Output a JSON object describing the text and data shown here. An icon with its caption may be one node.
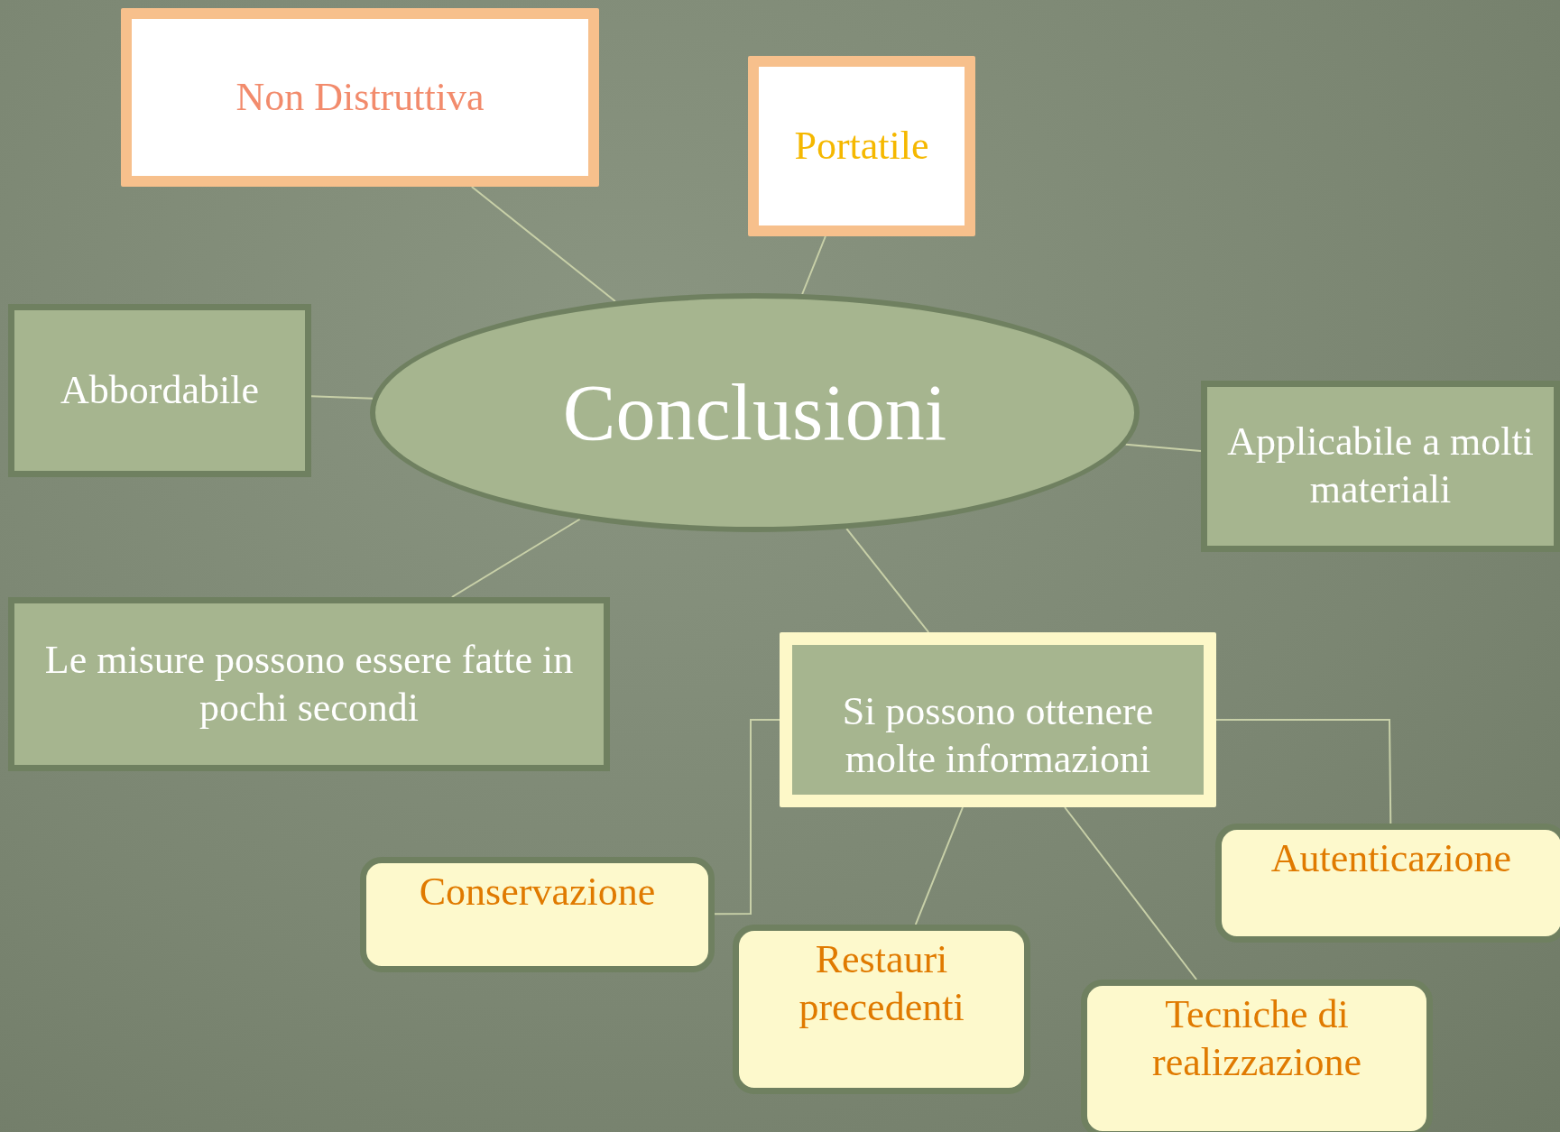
{
  "diagram": {
    "nodes": [
      {
        "text": [
          "Conclusioni"
        ]
      },
      {
        "text": [
          "Non Distruttiva"
        ]
      },
      {
        "text": [
          "Portatile"
        ]
      },
      {
        "text": [
          "Abbordabile"
        ]
      },
      {
        "text": [
          "Applicabile a molti materiali"
        ]
      },
      {
        "text": [
          "Le misure possono essere fatte in pochi secondi"
        ]
      },
      {
        "text": [
          "Si possono ottenere molte informazioni"
        ]
      },
      {
        "text": [
          "Conservazione"
        ]
      },
      {
        "text": [
          "Restauri precedenti"
        ]
      },
      {
        "text": [
          "Autenticazione"
        ]
      },
      {
        "text": [
          "Tecniche di realizzazione"
        ]
      }
    ],
    "edges": [
      {
        "from": 0,
        "to": 1,
        "arrow": "none"
      },
      {
        "from": 0,
        "to": 2,
        "arrow": "none"
      },
      {
        "from": 0,
        "to": 3,
        "arrow": "none"
      },
      {
        "from": 0,
        "to": 4,
        "arrow": "none"
      },
      {
        "from": 0,
        "to": 5,
        "arrow": "none"
      },
      {
        "from": 0,
        "to": 6,
        "arrow": "none"
      },
      {
        "from": 6,
        "to": 7,
        "arrow": "none"
      },
      {
        "from": 6,
        "to": 8,
        "arrow": "none"
      },
      {
        "from": 6,
        "to": 9,
        "arrow": "none"
      },
      {
        "from": 6,
        "to": 10,
        "arrow": "none"
      }
    ]
  }
}
